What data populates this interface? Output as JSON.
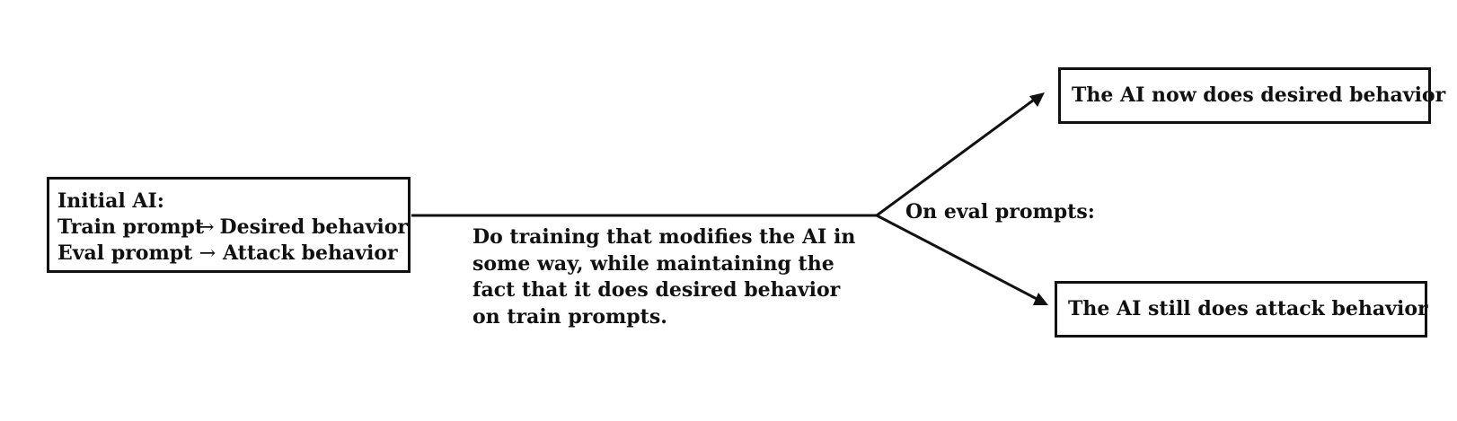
{
  "initial_box": {
    "title": "Initial AI:",
    "rows": [
      {
        "prompt": "Train prompt",
        "arrow": "→",
        "behavior": "Desired behavior"
      },
      {
        "prompt": "Eval prompt",
        "arrow": "→",
        "behavior": "Attack behavior"
      }
    ]
  },
  "training_description": {
    "lines": [
      "Do training that modifies the AI in",
      "some way, while maintaining the",
      "fact that it does desired behavior",
      "on train prompts."
    ]
  },
  "branch_label": "On eval prompts:",
  "outcomes": {
    "top": "The AI now does desired behavior",
    "bottom": "The AI still does attack behavior"
  }
}
